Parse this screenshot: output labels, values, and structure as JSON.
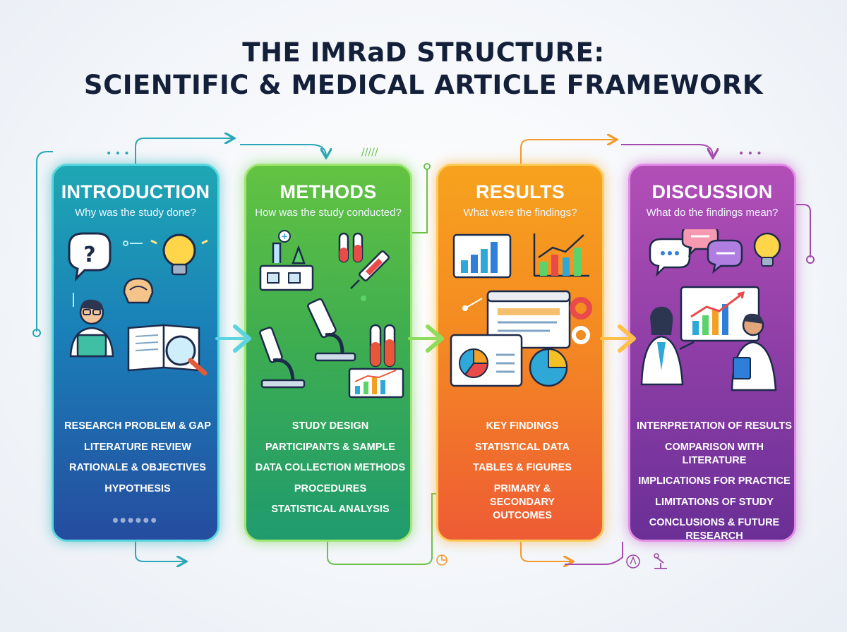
{
  "title": {
    "line1": "THE IMRaD STRUCTURE:",
    "line2": "SCIENTIFIC & MEDICAL ARTICLE FRAMEWORK"
  },
  "sections": [
    {
      "heading": "INTRODUCTION",
      "subtitle": "Why was the study done?",
      "items": [
        "RESEARCH PROBLEM & GAP",
        "LITERATURE REVIEW",
        "RATIONALE & OBJECTIVES",
        "HYPOTHESIS"
      ],
      "color": "#1ea7b4"
    },
    {
      "heading": "METHODS",
      "subtitle": "How was the study conducted?",
      "items": [
        "STUDY DESIGN",
        "PARTICIPANTS & SAMPLE",
        "DATA COLLECTION METHODS",
        "PROCEDURES",
        "STATISTICAL ANALYSIS"
      ],
      "color": "#4cb548"
    },
    {
      "heading": "RESULTS",
      "subtitle": "What were the findings?",
      "items": [
        "KEY FINDINGS",
        "STATISTICAL DATA",
        "TABLES & FIGURES",
        "PRIMARY & SECONDARY OUTCOMES"
      ],
      "color": "#f48a22"
    },
    {
      "heading": "DISCUSSION",
      "subtitle": "What do the findings mean?",
      "items": [
        "INTERPRETATION OF RESULTS",
        "COMPARISON WITH LITERATURE",
        "IMPLICATIONS FOR PRACTICE",
        "LIMITATIONS OF STUDY",
        "CONCLUSIONS & FUTURE RESEARCH"
      ],
      "color": "#9140a8"
    }
  ],
  "icons": {
    "introduction": [
      "question-bubble-icon",
      "lightbulb-icon",
      "brain-icon",
      "researcher-reading-icon",
      "open-book-icon",
      "magnifier-icon"
    ],
    "methods": [
      "lab-bench-icon",
      "test-tubes-icon",
      "syringe-icon",
      "microscope-icon",
      "bar-chart-icon"
    ],
    "results": [
      "bar-chart-icon",
      "line-chart-icon",
      "browser-window-icon",
      "pie-chart-icon",
      "donut-chart-icon"
    ],
    "discussion": [
      "speech-bubbles-icon",
      "lightbulb-icon",
      "presentation-board-icon",
      "scientists-discussing-icon"
    ]
  }
}
